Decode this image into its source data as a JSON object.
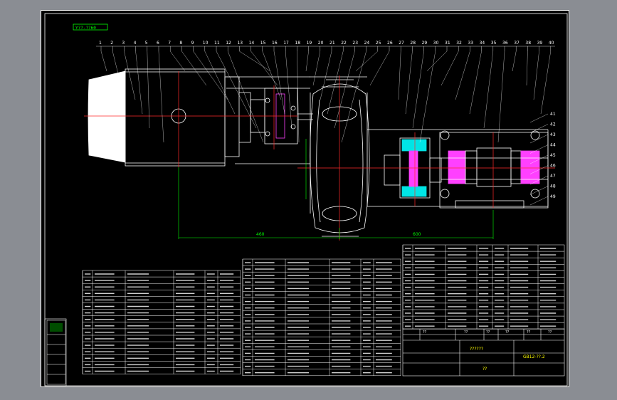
{
  "drawing": {
    "corner_tag": "Y??-??60",
    "dim_left": "460",
    "dim_right": "600",
    "balloons": [
      "1",
      "2",
      "3",
      "4",
      "5",
      "6",
      "7",
      "8",
      "9",
      "10",
      "11",
      "12",
      "13",
      "14",
      "15",
      "16",
      "17",
      "18",
      "19",
      "20",
      "21",
      "22",
      "23",
      "24",
      "25",
      "26",
      "27",
      "28",
      "29",
      "30",
      "31",
      "32",
      "33",
      "34",
      "35",
      "36",
      "37",
      "38",
      "39",
      "40"
    ],
    "side_balloons": [
      "41",
      "42",
      "43",
      "44",
      "45",
      "46",
      "47",
      "48",
      "49"
    ]
  },
  "title_block": {
    "name": "??????",
    "drawing_no": "GB12-??.2",
    "part": "??",
    "code": "??",
    "name_header": "??",
    "material": "??",
    "qty": "??",
    "remark": "??",
    "weight": "??",
    "scale": "??"
  },
  "colors": {
    "background": "#000000",
    "line_white": "#ffffff",
    "center_line": "#ff2a2a",
    "hatch_cyan": "#00e5e5",
    "hatch_magenta": "#ff40ff",
    "dimension_green": "#00ff00",
    "frame_border": "#ffffff"
  }
}
